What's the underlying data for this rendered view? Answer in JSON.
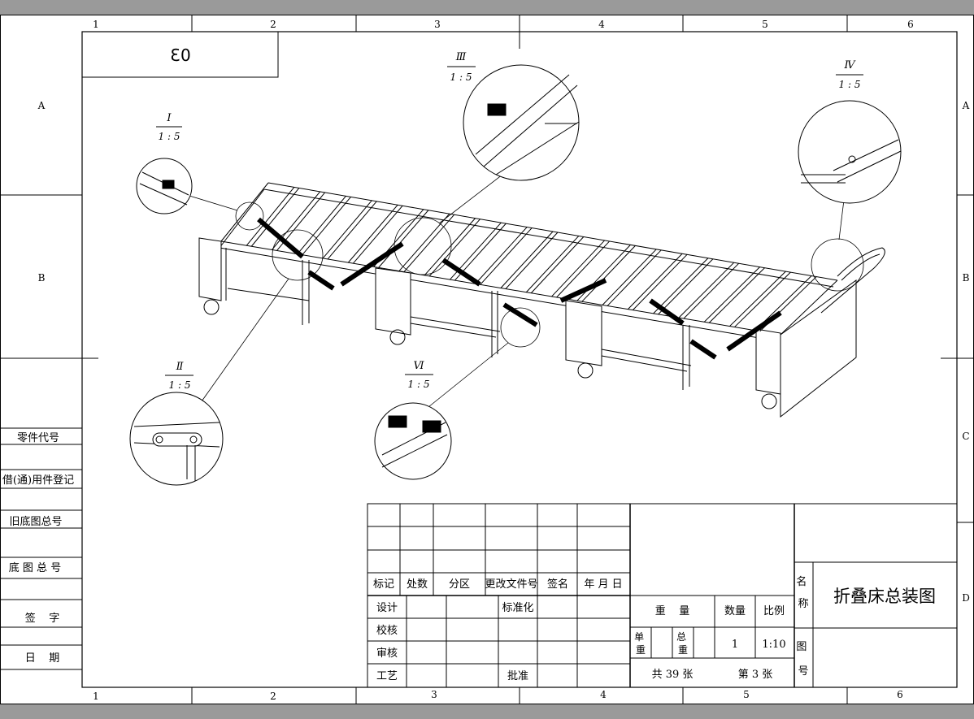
{
  "sheet": {
    "col_labels": [
      "1",
      "2",
      "3",
      "4",
      "5",
      "6"
    ],
    "row_labels": [
      "A",
      "B",
      "C",
      "D"
    ],
    "drawing_code_mirrored": "03"
  },
  "detail_views": [
    {
      "roman": "Ⅰ",
      "scale": "1 : 5"
    },
    {
      "roman": "Ⅱ",
      "scale": "1 : 5"
    },
    {
      "roman": "Ⅲ",
      "scale": "1 : 5"
    },
    {
      "roman": "Ⅳ",
      "scale": "1 : 5"
    },
    {
      "roman": "Ⅵ",
      "scale": "1 : 5"
    }
  ],
  "left_strip": {
    "part_code": "零件代号",
    "borrowed_parts": "借(通)用件登记",
    "old_base_drawing_no": "旧底图总号",
    "base_drawing_no": "底 图 总 号",
    "signature": "签    字",
    "date": "日    期"
  },
  "revision_table": {
    "headers": [
      "标记",
      "处数",
      "分区",
      "更改文件号",
      "签名",
      "年 月 日"
    ]
  },
  "approval": {
    "design": "设计",
    "standardization": "标准化",
    "check": "校核",
    "review": "审核",
    "process": "工艺",
    "approve": "批准"
  },
  "weight_block": {
    "weight": "重    量",
    "quantity": "数量",
    "scale": "比例",
    "unit_weight": "单重",
    "total_weight": "总重",
    "quantity_value": "1",
    "scale_value": "1:10",
    "total_sheets": "共 39 张",
    "sheet_no": "第 3 张"
  },
  "title_block": {
    "name_label": "名称",
    "drawing_no_label": "图号",
    "drawing_title": "折叠床总装图"
  }
}
